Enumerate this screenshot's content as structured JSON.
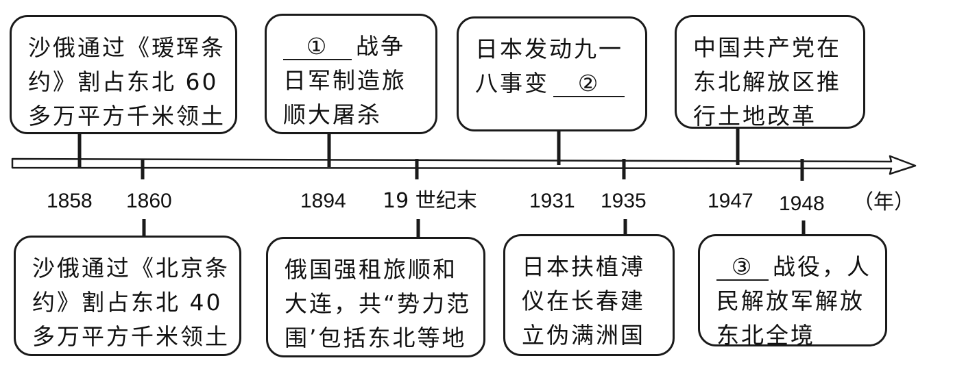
{
  "timeline": {
    "unit_label": "（年）",
    "top_events": [
      {
        "year": "1858",
        "lines": [
          "沙俄通过《瑷珲条",
          "约》割占东北 60",
          "多万平方千米领土"
        ]
      },
      {
        "year": "1894",
        "blank": "①",
        "lines": [
          "战争",
          "日军制造旅",
          "顺大屠杀"
        ]
      },
      {
        "year": "1931",
        "lines": [
          "日本发动九一",
          "八事变"
        ],
        "blank": "②"
      },
      {
        "year": "1947",
        "lines": [
          "中国共产党在",
          "东北解放区推",
          "行土地改革"
        ]
      }
    ],
    "bottom_events": [
      {
        "year": "1860",
        "lines": [
          "沙俄通过《北京条",
          "约》割占东北 40",
          "多万平方千米领土"
        ]
      },
      {
        "year": "19 世纪末",
        "lines": [
          "俄国强租旅顺和",
          "大连，共“势力范",
          "围’包括东北等地"
        ]
      },
      {
        "year": "1935",
        "lines": [
          "日本扶植溥",
          "仪在长春建",
          "立伪满洲国"
        ]
      },
      {
        "year": "1948",
        "blank": "③",
        "lines": [
          "战役，人",
          "民解放军解放",
          "东北全境"
        ]
      }
    ]
  }
}
